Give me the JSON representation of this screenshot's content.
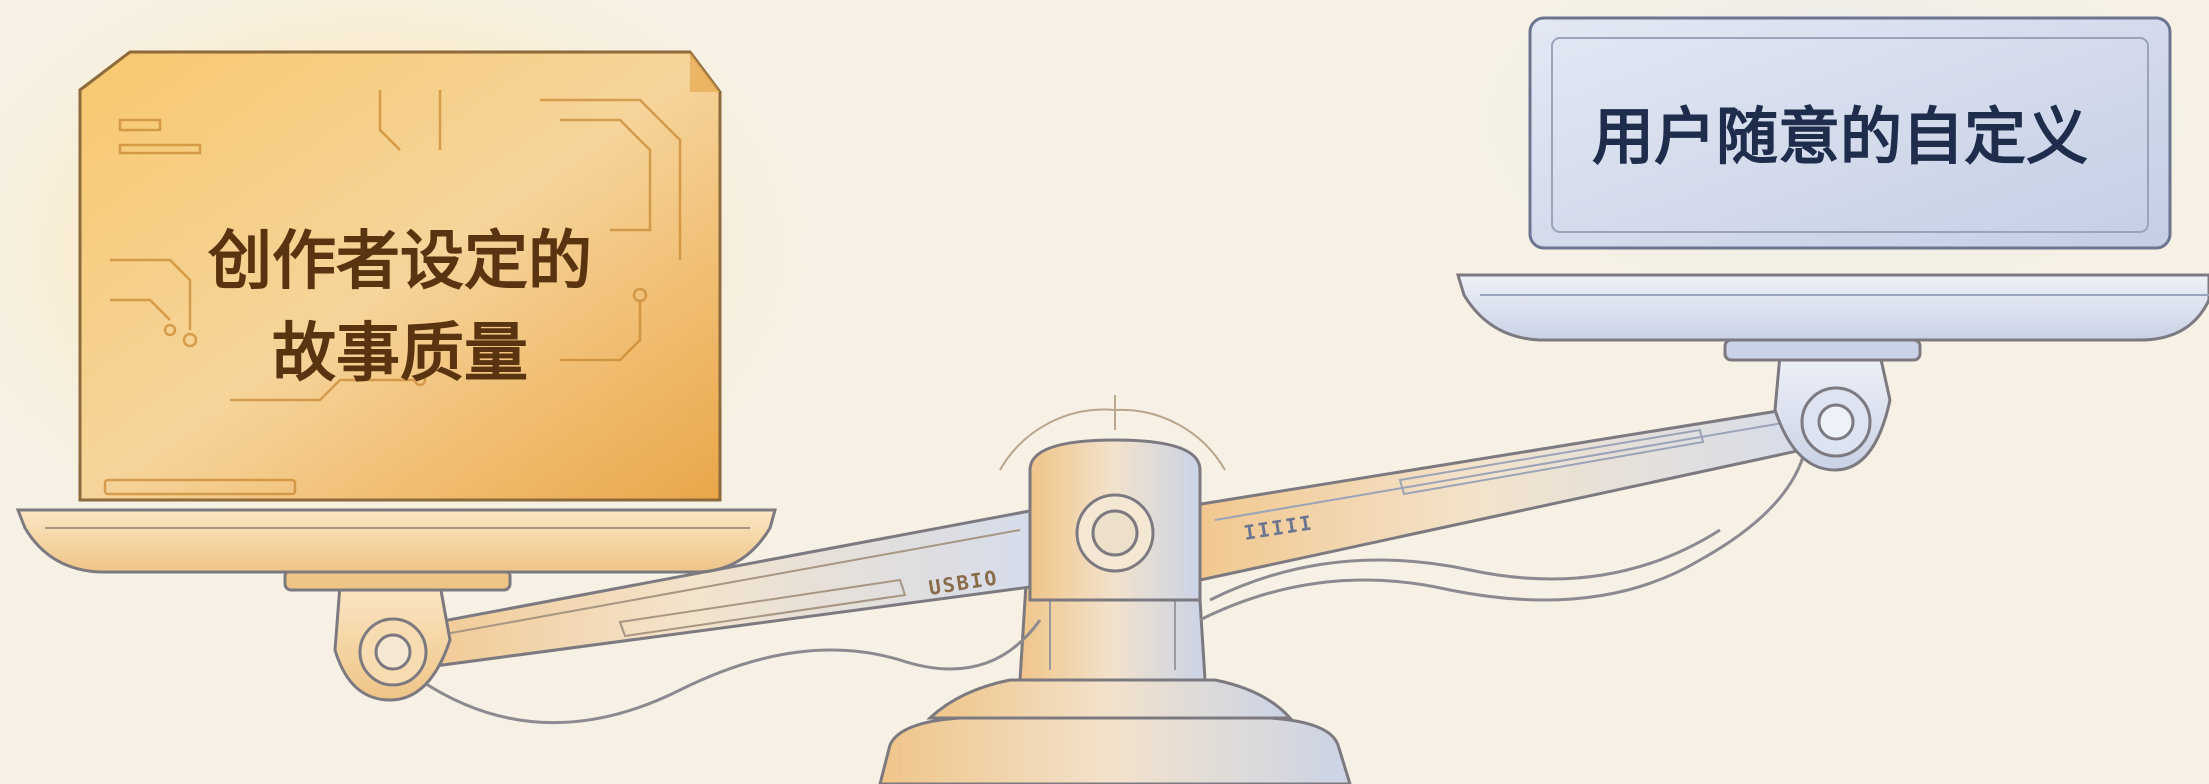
{
  "left_pan": {
    "label_lines": [
      "创作者设定的",
      "故事质量"
    ],
    "color": "#f2b24a"
  },
  "right_pan": {
    "label": "用户随意的自定义",
    "color": "#c9d3e8"
  },
  "beam": {
    "stamp_left": "USBIO",
    "stamp_right": "IIIII"
  },
  "background": "#f6f1e4"
}
